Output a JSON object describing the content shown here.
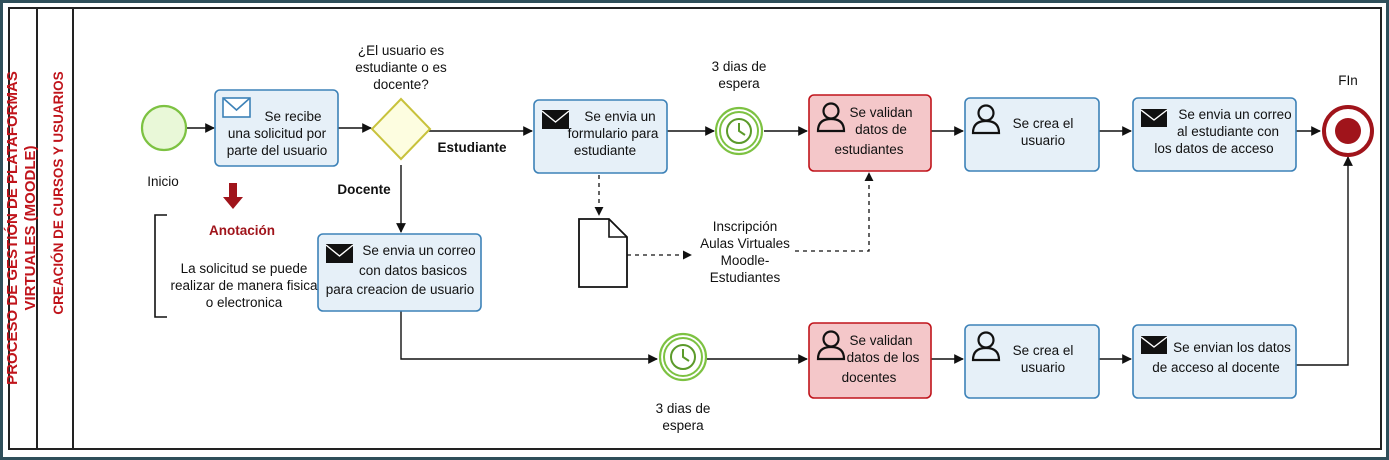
{
  "pool": {
    "title_line1": "PROCESO DE GESTIÓN DE PLATAFORMAS",
    "title_line2": "VIRTUALES (MOODLE)"
  },
  "lane": {
    "title": "CREACIÓN DE CURSOS Y USUARIOS"
  },
  "events": {
    "start": "Inicio",
    "end": "FIn"
  },
  "gateway": {
    "question_lines": [
      "¿El usuario es",
      "estudiante o es",
      "docente?"
    ],
    "branch_student": "Estudiante",
    "branch_teacher": "Docente"
  },
  "tasks": {
    "receive_request": [
      "Se recibe",
      "una solicitud por",
      "parte del usuario"
    ],
    "send_form": [
      "Se envia un",
      "formulario para",
      "estudiante"
    ],
    "validate_students": [
      "Se validan",
      "datos de",
      "estudiantes"
    ],
    "create_user_student": [
      "Se crea el",
      "usuario"
    ],
    "send_mail_student": [
      "Se envia un correo",
      "al estudiante con",
      "los datos de acceso"
    ],
    "send_mail_teacher_basic": [
      "Se envia un correo",
      "con datos basicos",
      "para creacion de usuario"
    ],
    "validate_teachers": [
      "Se validan",
      "datos de los",
      "docentes"
    ],
    "create_user_teacher": [
      "Se crea el",
      "usuario"
    ],
    "send_access_teacher": [
      "Se envian los datos",
      "de acceso al docente"
    ]
  },
  "timers": {
    "student_wait": [
      "3 dias de",
      "espera"
    ],
    "teacher_wait": [
      "3 dias de",
      "espera"
    ]
  },
  "annotation": {
    "title": "Anotación",
    "lines": [
      "La solicitud se puede",
      "realizar de manera fisica",
      "o electronica"
    ]
  },
  "data_object": {
    "label_lines": [
      "Inscripción",
      "Aulas Virtuales",
      "Moodle-",
      "Estudiantes"
    ]
  },
  "colors": {
    "title_red": "#c0141b",
    "task_fill": "#e6f0f8",
    "task_stroke": "#3d82b8",
    "validate_fill": "#f4c7c9",
    "validate_stroke": "#c0141b",
    "start_fill": "#e9f8d8",
    "start_stroke": "#7dc242",
    "gateway_fill": "#fdfde0",
    "gateway_stroke": "#c8c23c",
    "timer_stroke": "#7dc242",
    "end_stroke": "#a0141b"
  }
}
